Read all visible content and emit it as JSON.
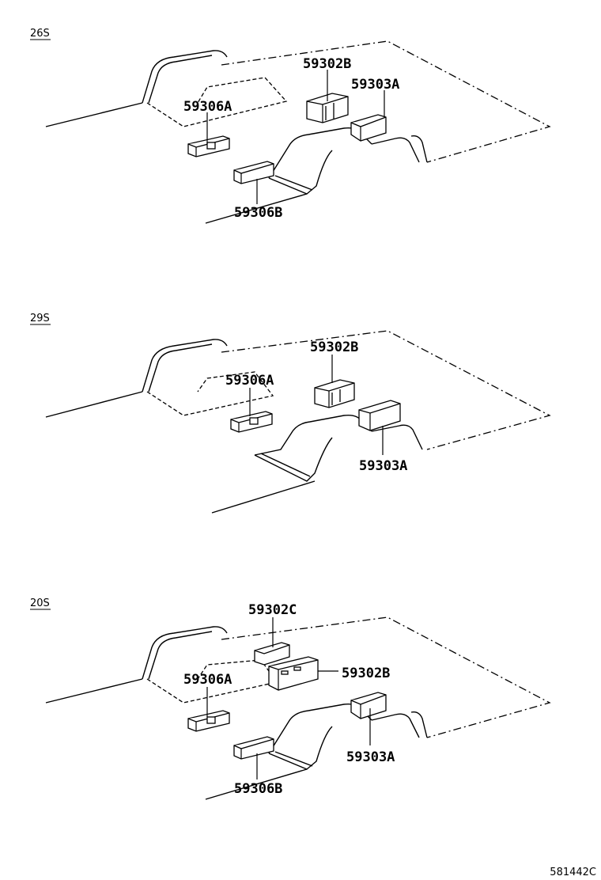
{
  "sections": [
    {
      "label": "26S",
      "parts": [
        "59302B",
        "59303A",
        "59306A",
        "59306B"
      ]
    },
    {
      "label": "29S",
      "parts": [
        "59302B",
        "59306A",
        "59303A"
      ]
    },
    {
      "label": "20S",
      "parts": [
        "59302C",
        "59302B",
        "59306A",
        "59303A",
        "59306B"
      ]
    }
  ],
  "reference_id": "581442C"
}
